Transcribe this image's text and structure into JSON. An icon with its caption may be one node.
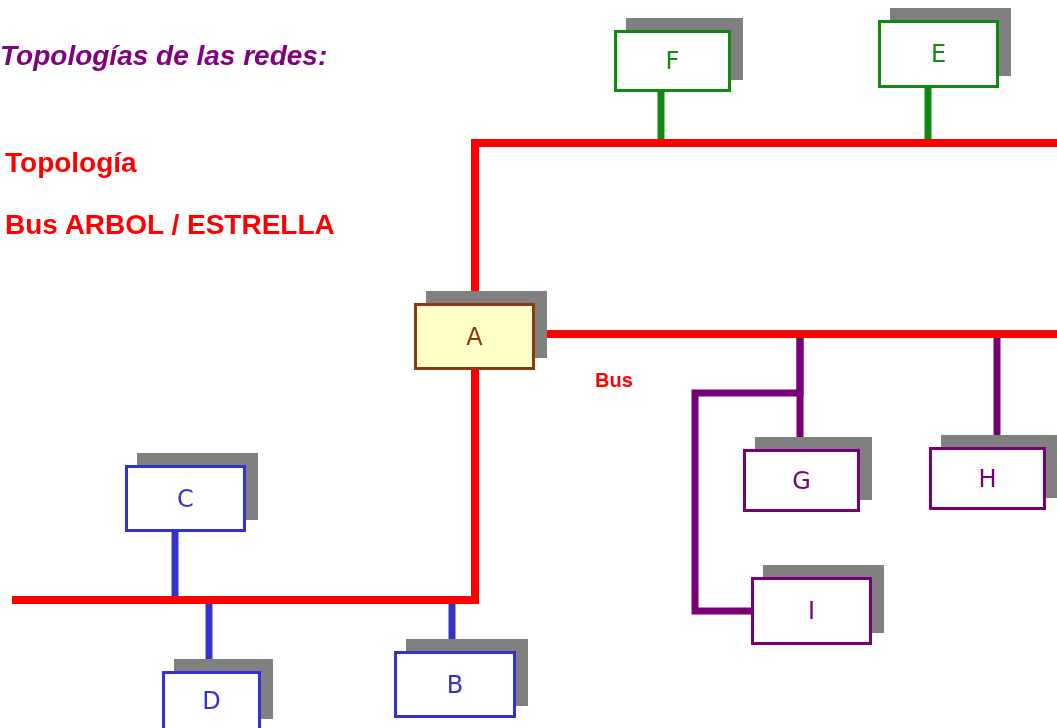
{
  "diagram": {
    "title": "Topologías de las redes:",
    "nodes": [
      {
        "text": [
          "F"
        ]
      },
      {
        "text": [
          "E"
        ]
      },
      {
        "text": [],
        "shape": "bar"
      },
      {
        "text": [
          "A"
        ]
      },
      {
        "text": [],
        "shape": "bar"
      },
      {
        "text": [
          "G"
        ]
      },
      {
        "text": [
          "H"
        ]
      },
      {
        "text": [
          "C"
        ]
      },
      {
        "text": [
          "I"
        ]
      },
      {
        "text": [],
        "shape": "bar"
      },
      {
        "text": [
          "D"
        ]
      },
      {
        "text": [
          "B"
        ]
      }
    ],
    "edges": [
      {
        "from": 0,
        "to": 2,
        "arrow": "none",
        "color": "#118811"
      },
      {
        "from": 1,
        "to": 2,
        "arrow": "none",
        "color": "#118811"
      },
      {
        "from": 3,
        "to": 2,
        "arrow": "none",
        "color": "#ff0000"
      },
      {
        "from": 3,
        "to": 4,
        "arrow": "none",
        "color": "#ff0000"
      },
      {
        "from": 5,
        "to": 4,
        "arrow": "none",
        "color": "#770077"
      },
      {
        "from": 6,
        "to": 4,
        "arrow": "none",
        "color": "#770077"
      },
      {
        "from": 8,
        "to": 4,
        "arrow": "none",
        "color": "#770077"
      },
      {
        "from": 3,
        "to": 9,
        "arrow": "none",
        "color": "#ff0000"
      },
      {
        "from": 7,
        "to": 9,
        "arrow": "none",
        "color": "#3333cc"
      },
      {
        "from": 10,
        "to": 9,
        "arrow": "none",
        "color": "#3333cc"
      },
      {
        "from": 11,
        "to": 9,
        "arrow": "none",
        "color": "#3333cc"
      }
    ],
    "labels": [
      "Topología",
      "Bus ARBOL / ESTRELLA",
      "Bus"
    ]
  }
}
